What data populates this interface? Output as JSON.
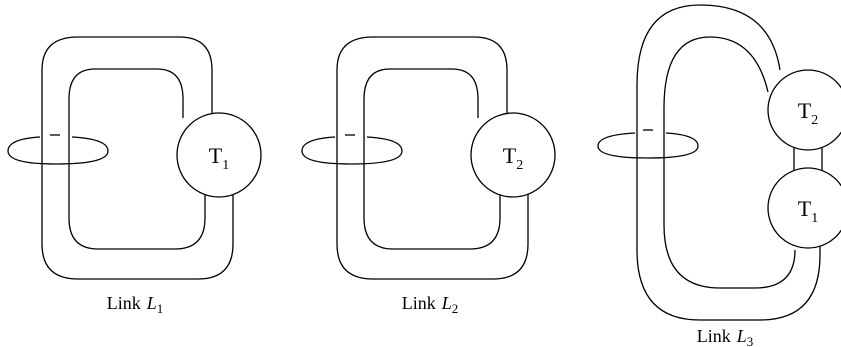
{
  "links": [
    {
      "caption_word": "Link",
      "caption_var": "L",
      "caption_sub": "1",
      "tangles": [
        {
          "letter": "T",
          "sub": "1"
        }
      ]
    },
    {
      "caption_word": "Link",
      "caption_var": "L",
      "caption_sub": "2",
      "tangles": [
        {
          "letter": "T",
          "sub": "2"
        }
      ]
    },
    {
      "caption_word": "Link",
      "caption_var": "L",
      "caption_sub": "3",
      "tangles": [
        {
          "letter": "T",
          "sub": "2"
        },
        {
          "letter": "T",
          "sub": "1"
        }
      ]
    }
  ]
}
